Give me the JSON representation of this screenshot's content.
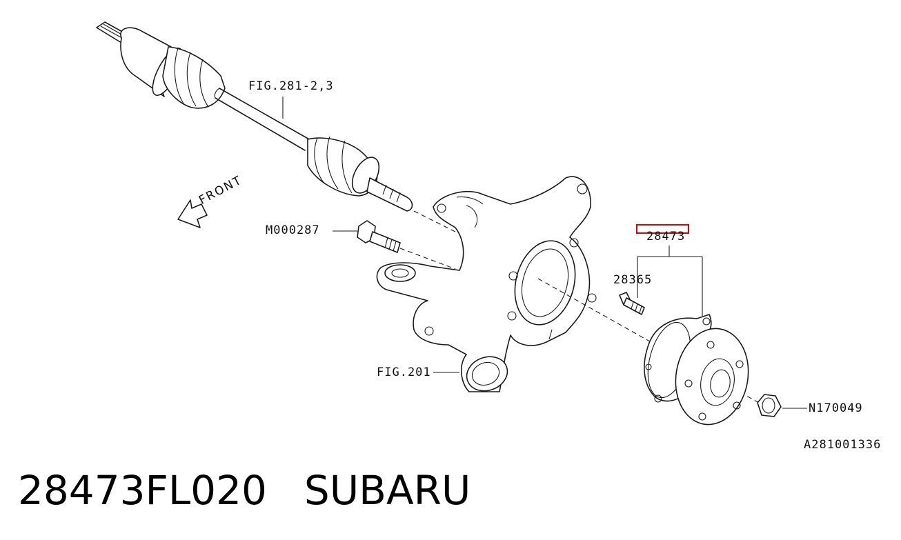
{
  "callouts": {
    "drive_shaft": "FIG.281-2,3",
    "front_arrow": "FRONT",
    "bolt": "M000287",
    "hub_assembly": "28473",
    "hub_bolt": "28365",
    "knuckle": "FIG.201",
    "nut": "N170049",
    "drawing_number": "A281001336"
  },
  "caption": {
    "part_number": "28473FL020",
    "brand": "SUBARU"
  },
  "colors": {
    "highlight": "#e00000",
    "line": "#1a1a1a"
  }
}
